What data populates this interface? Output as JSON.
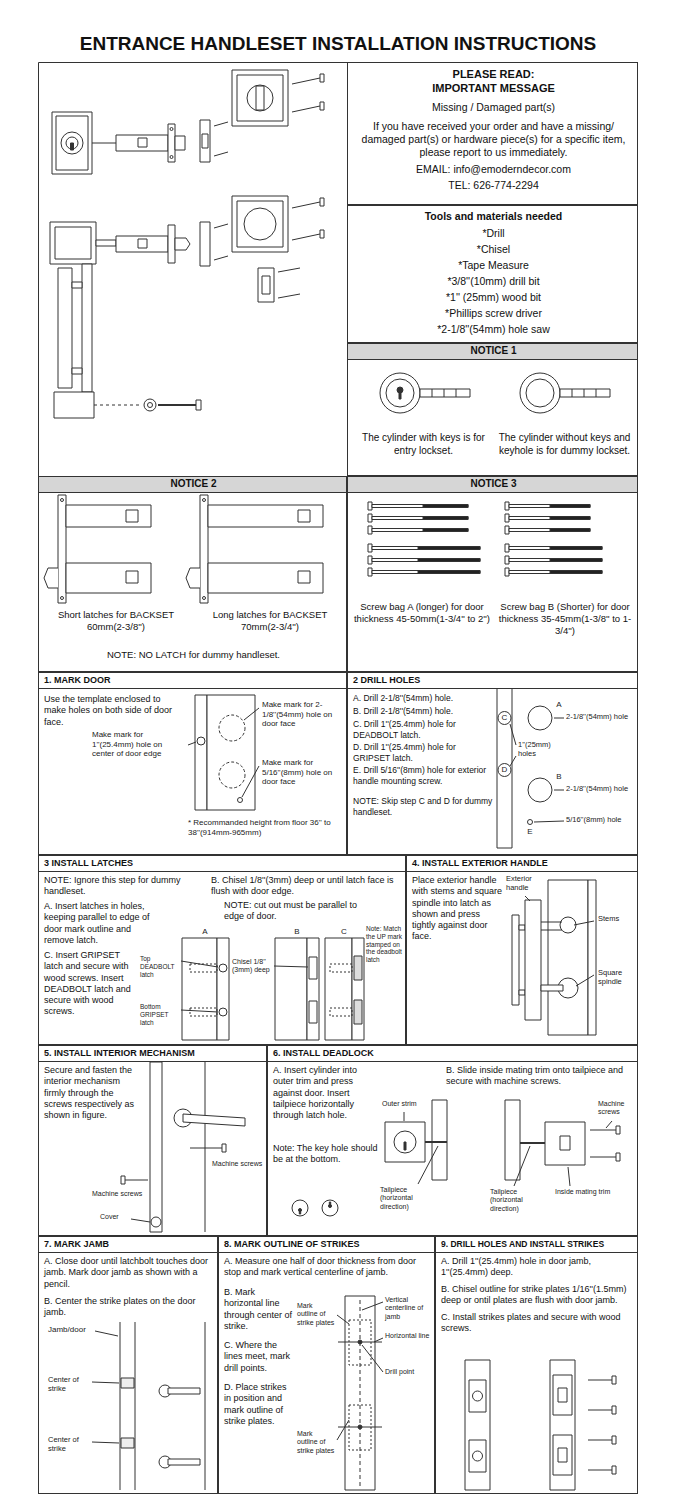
{
  "diagram": {
    "title": "ENTRANCE HANDLESET INSTALLATION INSTRUCTIONS",
    "nodes": [
      {
        "text": [
          "PLEASE READ:",
          "IMPORTANT MESSAGE",
          "Missing / Damaged part(s)",
          "If you have received your order and have a missing/ damaged part(s) or hardware piece(s) for a specific item, please report to us immediately.",
          "EMAIL: info@emoderndecor.com",
          "TEL: 626-774-2294"
        ]
      },
      {
        "text": [
          "Tools and materials needed",
          "*Drill",
          "*Chisel",
          "*Tape Measure",
          "*3/8''(10mm) drill bit",
          "*1'' (25mm) wood bit",
          "*Phillips screw driver",
          "*2-1/8''(54mm) hole saw"
        ]
      },
      {
        "text": [
          "NOTICE 1",
          "The cylinder with keys is for entry lockset.",
          "The cylinder without keys and keyhole is for dummy lockset."
        ]
      },
      {
        "text": [
          "NOTICE 2",
          "Short latches for BACKSET 60mm(2-3/8'')",
          "Long latches for BACKSET 70mm(2-3/4'')",
          "NOTE: NO LATCH for dummy handleset."
        ]
      },
      {
        "text": [
          "NOTICE 3",
          "Screw bag A (longer) for door thickness 45-50mm(1-3/4'' to 2'')",
          "Screw bag B (Shorter) for door thickness 35-45mm(1-3/8'' to 1-3/4'')"
        ]
      },
      {
        "text": [
          "1. MARK DOOR",
          "Use the template enclosed to make holes on both side of door face."
        ]
      },
      {
        "text": [
          "2 DRILL HOLES",
          "A. Drill 2-1/8''(54mm) hole.",
          "B. Drill 2-1/8''(54mm) hole.",
          "C. Drill 1''(25.4mm) hole for DEADBOLT latch.",
          "D. Drill 1''(25.4mm) hole for GRIPSET latch.",
          "E. Drill 5/16''(8mm) hole for exterior handle mounting screw.",
          "NOTE: Skip step C and D for dummy handleset."
        ]
      },
      {
        "text": [
          "3 INSTALL LATCHES",
          "NOTE: Ignore this step for dummy handleset.",
          "A. Insert latches in holes, keeping parallel to edge of door mark outline and remove latch.",
          "B. Chisel 1/8''(3mm) deep or until latch face is flush with door edge.",
          "NOTE: cut out must be parallel to edge of door.",
          "C. Insert GRIPSET latch and secure with wood screws. Insert DEADBOLT latch and secure with wood screws."
        ]
      },
      {
        "text": [
          "4. INSTALL EXTERIOR HANDLE",
          "Place exterior handle with stems and square spindle into latch as shown and press tightly against door face."
        ]
      },
      {
        "text": [
          "5. INSTALL INTERIOR MECHANISM",
          "Secure and fasten the interior mechanism firmly through the screws respectively as shown in figure."
        ]
      },
      {
        "text": [
          "6. INSTALL DEADLOCK",
          "A. Insert cylinder into outer trim and press against door. Insert tailpiece horizontally through latch hole.",
          "Note: The key hole should be at the bottom.",
          "B. Slide inside mating trim onto tailpiece and secure with machine screws."
        ]
      },
      {
        "text": [
          "7. MARK JAMB",
          "A. Close door until latchbolt touches door jamb. Mark door jamb as shown with a pencil.",
          "B. Center the strike plates on the door jamb."
        ]
      },
      {
        "text": [
          "8. MARK OUTLINE OF STRIKES",
          "A. Measure one half of door thickness from door stop and mark vertical centerline of jamb.",
          "B. Mark horizontal line through center of strike.",
          "C. Where the lines meet, mark drill points.",
          "D. Place strikes in position and mark outline of strike plates."
        ]
      },
      {
        "text": [
          "9. DRILL HOLES AND INSTALL STRIKES",
          "A. Drill 1''(25.4mm) hole in door jamb, 1''(25.4mm) deep.",
          "B. Chisel outline for strike plates 1/16''(1.5mm) deep or ontil plates are flush with door jamb.",
          "C. Install strikes plates and secure with wood screws."
        ]
      }
    ],
    "labels": [
      "Make mark for 1''(25.4mm) hole on center of door edge",
      "Make mark for 2-1/8''(54mm) hole on door face",
      "Make mark for 5/16''(8mm) hole on door face",
      "* Recommanded height from floor 36'' to 38''(914mm-965mm)",
      "1''(25mm) holes",
      "C",
      "A",
      "2-1/8''(54mm) hole",
      "D",
      "B",
      "2-1/8''(54mm) hole",
      "E",
      "5/16''(8mm) hole",
      "A",
      "B",
      "C",
      "Note: Match the UP mark stamped on the deadbolt latch",
      "Top DEADBOLT latch",
      "Chisel 1/8'' (3mm) deep",
      "Bottom GRIPSET latch",
      "Exterior handle",
      "Stems",
      "Square spindle",
      "Machine screws",
      "Machine screws",
      "Cover",
      "Outer strim",
      "Tailpiece (horizontal direction)",
      "Machine screws",
      "Tailpiece (horizontal direction)",
      "Inside mating trim",
      "Jamb/door",
      "Center of strike",
      "Center of strike",
      "Vertical centerline of jamb",
      "Mark outline of strike plates",
      "Horizontal line",
      "Drill point",
      "Mark outline of strike plates"
    ]
  }
}
